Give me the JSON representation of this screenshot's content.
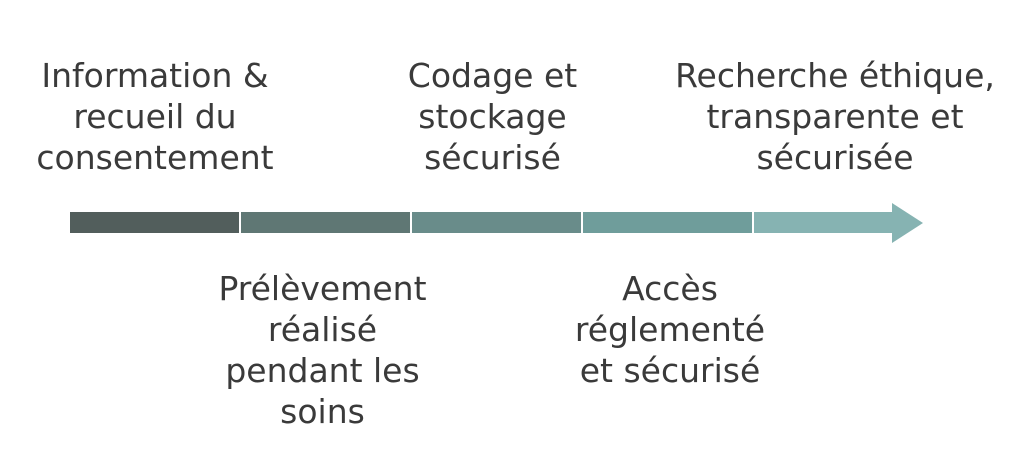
{
  "steps": [
    {
      "id": 1,
      "lines": [
        "Information &",
        "recueil du",
        "consentement"
      ],
      "color": "#525e5c"
    },
    {
      "id": 2,
      "lines": [
        "Prélèvement",
        "réalisé",
        "pendant les",
        "soins"
      ],
      "color": "#5f7774"
    },
    {
      "id": 3,
      "lines": [
        "Codage et",
        "stockage",
        "sécurisé"
      ],
      "color": "#698c8a"
    },
    {
      "id": 4,
      "lines": [
        "Accès",
        "réglementé",
        "et sécurisé"
      ],
      "color": "#6f9d9b"
    },
    {
      "id": 5,
      "lines": [
        "Recherche éthique,",
        "transparente et",
        "sécurisée"
      ],
      "color": "#86b3b2"
    }
  ]
}
